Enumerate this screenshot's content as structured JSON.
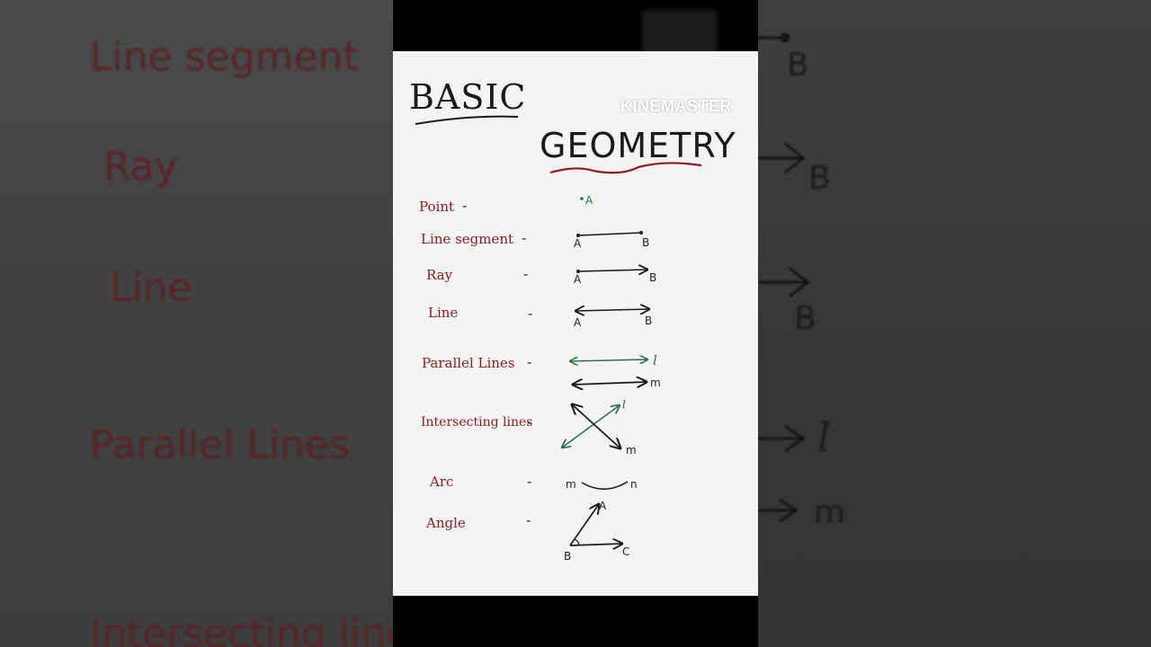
{
  "watermark": "KINEMASTER",
  "title": {
    "line1": "BASIC",
    "line2": "GEOMETRY"
  },
  "terms": [
    {
      "label": "Point",
      "dash": "-"
    },
    {
      "label": "Line segment",
      "dash": "-"
    },
    {
      "label": "Ray",
      "dash": "-"
    },
    {
      "label": "Line",
      "dash": "-"
    },
    {
      "label": "Parallel Lines",
      "dash": "-"
    },
    {
      "label": "Intersecting lines",
      "dash": "-"
    },
    {
      "label": "Arc",
      "dash": "-"
    },
    {
      "label": "Angle",
      "dash": "-"
    }
  ],
  "diagram_labels": {
    "point": "A",
    "segment_a": "A",
    "segment_b": "B",
    "ray_a": "A",
    "ray_b": "B",
    "line_a": "A",
    "line_b": "B",
    "parallel_l": "l",
    "parallel_m": "m",
    "intersect_l": "l",
    "intersect_m": "m",
    "arc_m": "m",
    "arc_n": "n",
    "angle_a": "A",
    "angle_b": "B",
    "angle_c": "C"
  },
  "background_left": [
    "Line segment",
    "Ray",
    "Line",
    "Parallel Lines",
    "Intersecting lines"
  ],
  "background_right": [
    "B",
    "B",
    "B",
    "l",
    "m"
  ],
  "colors": {
    "label_red": "#8c1c26",
    "ink": "#1a1a1a",
    "green": "#2e6b4f",
    "paper": "#f4f4f2"
  }
}
